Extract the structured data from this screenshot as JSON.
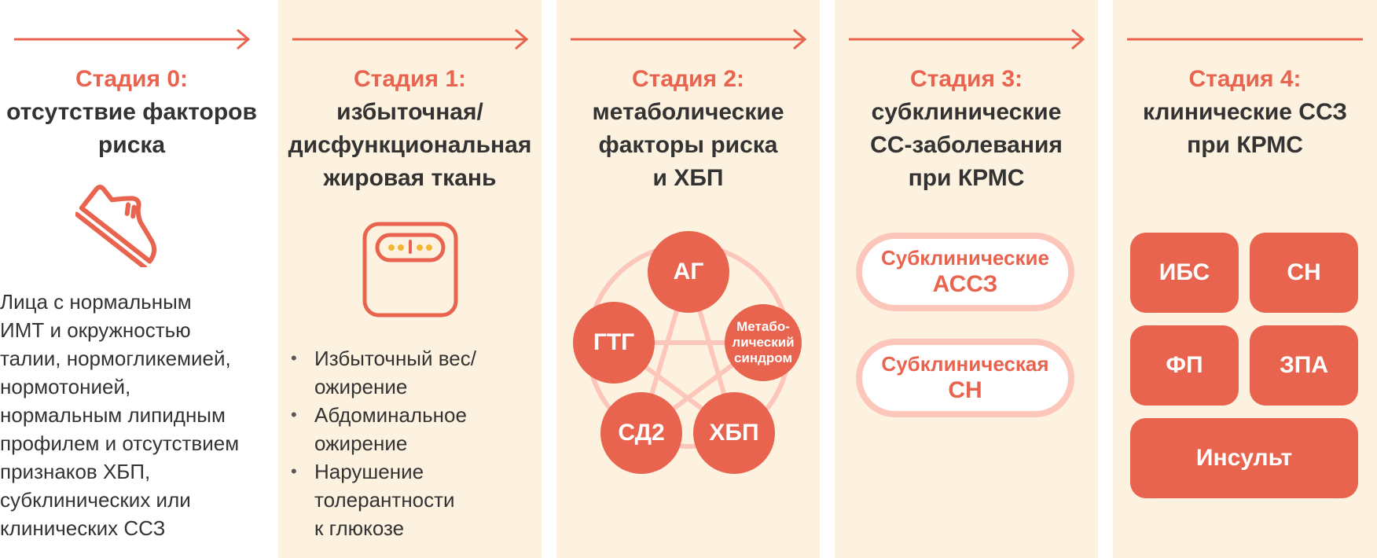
{
  "stages": [
    {
      "label": "Стадия 0:",
      "subtitle_lines": [
        "отсутствие факторов",
        "риска"
      ],
      "icon": "sneaker-icon",
      "description_lines": [
        "Лица с нормальным",
        "ИМТ и окружностью",
        "талии, нормогликемией,",
        "нормотонией,",
        "нормальным липидным",
        "профилем и отсутствием",
        "признаков ХБП,",
        "субклинических или",
        "клинических ССЗ"
      ]
    },
    {
      "label": "Стадия 1:",
      "subtitle_lines": [
        "избыточная/",
        "дисфункциональная",
        "жировая ткань"
      ],
      "icon": "scale-icon",
      "bullets": [
        [
          "Избыточный вес/",
          "ожирение"
        ],
        [
          "Абдоминальное",
          "ожирение"
        ],
        [
          "Нарушение",
          "толерантности",
          "к глюкозе"
        ]
      ]
    },
    {
      "label": "Стадия 2:",
      "subtitle_lines": [
        "метаболические",
        "факторы риска",
        "и ХБП"
      ],
      "nodes": {
        "ag": "АГ",
        "gtg": "ГТГ",
        "metsyn": [
          "Метабо-",
          "лический",
          "синдром"
        ],
        "sd2": "СД2",
        "hbp": "ХБП"
      }
    },
    {
      "label": "Стадия 3:",
      "subtitle_lines": [
        "субклинические",
        "СС-заболевания",
        "при КРМС"
      ],
      "pills": [
        [
          "Субклинические",
          "АССЗ"
        ],
        [
          "Субклиническая",
          "СН"
        ]
      ]
    },
    {
      "label": "Стадия 4:",
      "subtitle_lines": [
        "клинические ССЗ",
        "при КРМС"
      ],
      "boxes": [
        "ИБС",
        "СН",
        "ФП",
        "ЗПА",
        "Инсульт"
      ]
    }
  ],
  "colors": {
    "accent": "#e8644f",
    "light_accent": "#fcc6bb",
    "column_bg": "#fdf1df",
    "text": "#333333"
  }
}
